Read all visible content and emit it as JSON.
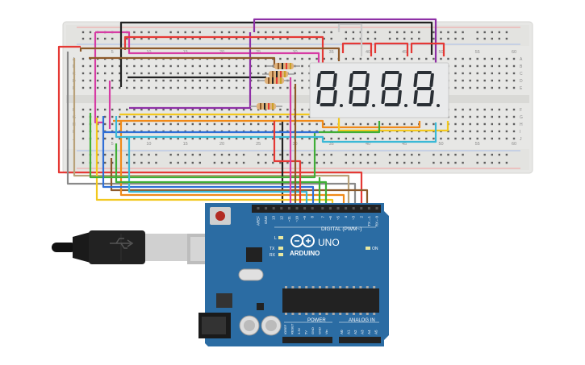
{
  "breadboard": {
    "col_numbers_top": [
      "5",
      "10",
      "15",
      "20",
      "25",
      "30",
      "35",
      "40",
      "45",
      "50",
      "55",
      "60"
    ],
    "col_numbers_bottom": [
      "5",
      "10",
      "15",
      "20",
      "25",
      "30",
      "35",
      "40",
      "45",
      "50",
      "55",
      "60"
    ],
    "row_letters_upper": [
      "A",
      "B",
      "C",
      "D",
      "E"
    ],
    "row_letters_lower": [
      "F",
      "G",
      "H",
      "I",
      "J"
    ]
  },
  "display": {
    "digits": [
      "8",
      "8",
      "8",
      "8"
    ],
    "segment_color": "#2a2f35",
    "body_color": "#e9eaeb"
  },
  "arduino": {
    "board_color": "#2b6ca3",
    "logo_text": "ARDUINO",
    "model_text": "UNO",
    "digital_header_label": "DIGITAL (PWM~)",
    "power_label": "POWER",
    "analog_label": "ANALOG IN",
    "on_label": "ON",
    "tx_label": "TX",
    "rx_label": "RX",
    "l_label": "L",
    "top_pins": [
      "AREF",
      "GND",
      "13",
      "12",
      "~11",
      "~10",
      "~9",
      "8",
      "7",
      "~6",
      "~5",
      "4",
      "~3",
      "2",
      "TX→1",
      "RX←0"
    ],
    "power_pins": [
      "IOREF",
      "RESET",
      "3.3V",
      "5V",
      "GND",
      "GND",
      "Vin"
    ],
    "analog_pins": [
      "A0",
      "A1",
      "A2",
      "A3",
      "A4",
      "A5"
    ]
  },
  "colors": {
    "red": "#e53935",
    "black": "#222222",
    "magenta": "#d63ca4",
    "purple": "#8e2fa6",
    "grey": "#8a8a8a",
    "brown": "#8d5a2b",
    "white": "#f4f4f4",
    "orange": "#f08a19",
    "yellow": "#f2c81e",
    "green": "#3fae37",
    "blue": "#2f6fd6",
    "cyan": "#3bb9d6",
    "tan": "#b9a27a"
  },
  "usb_icon": "usb-b-cable-icon"
}
